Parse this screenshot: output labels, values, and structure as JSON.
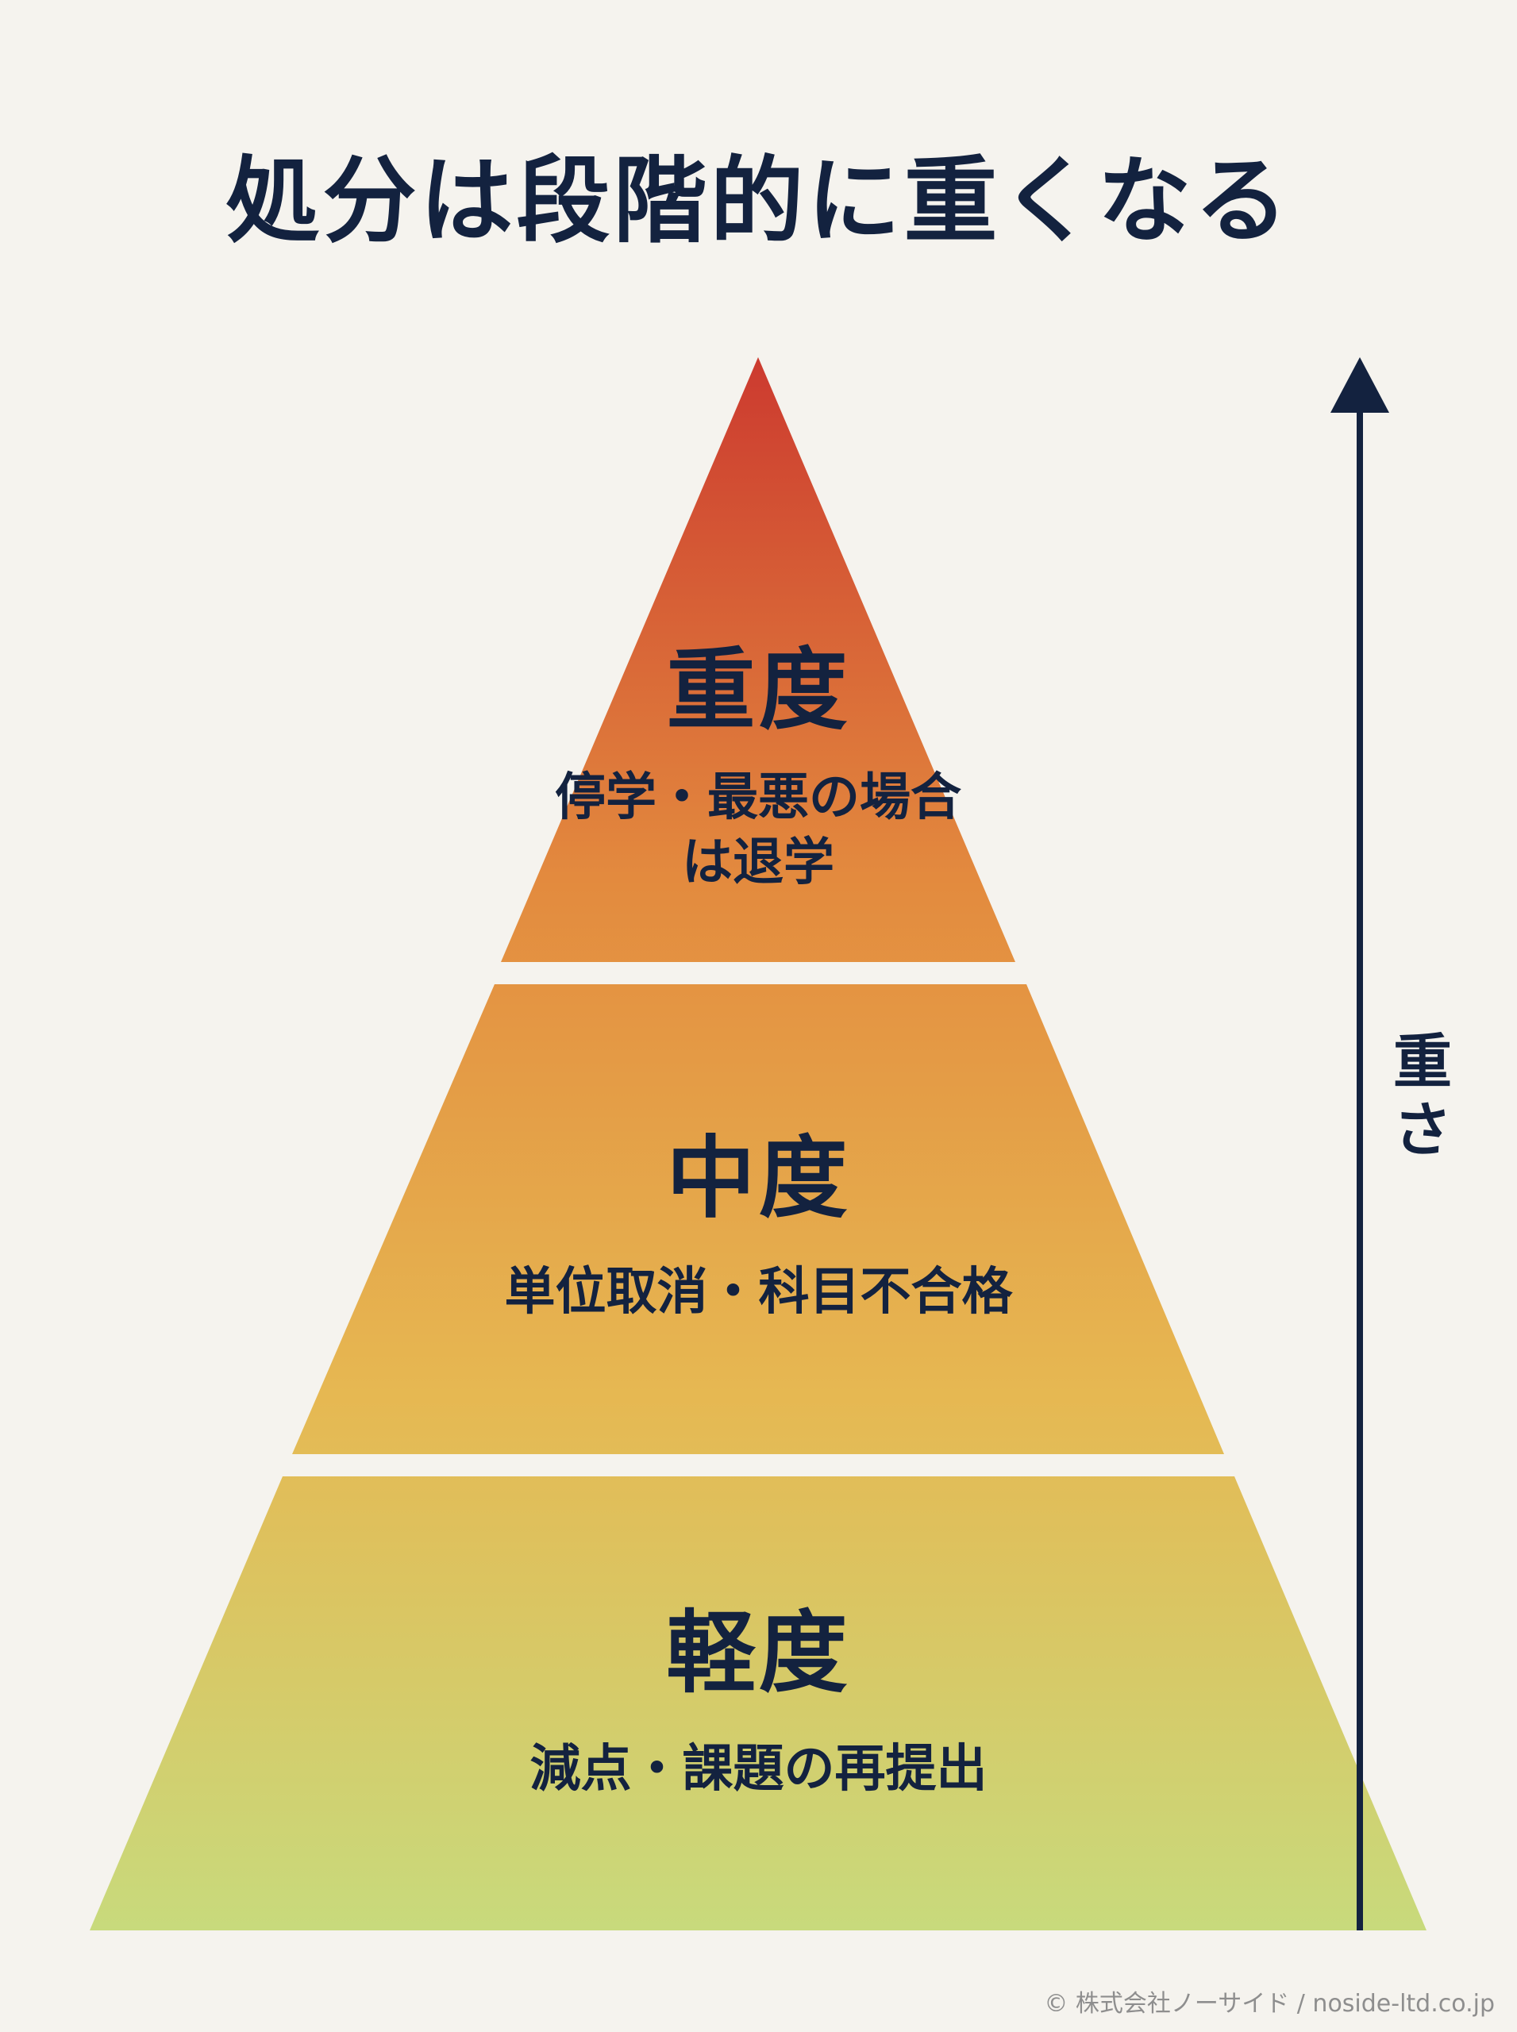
{
  "title": "処分は段階的に重くなる",
  "levels": [
    {
      "name": "重度",
      "description": "停学・最悪の場合は退学"
    },
    {
      "name": "中度",
      "description": "単位取消・科目不合格"
    },
    {
      "name": "軽度",
      "description": "減点・課題の再提出"
    }
  ],
  "axis": {
    "label": "重さ",
    "direction": "up"
  },
  "credit": "© 株式会社ノーサイド / noside-ltd.co.jp",
  "colors": {
    "background": "#f5f3ee",
    "text": "#13223f",
    "top": "#cc3a2f",
    "middle": "#e39a3e",
    "bottom": "#c8da7c",
    "arrow": "#13223f"
  }
}
